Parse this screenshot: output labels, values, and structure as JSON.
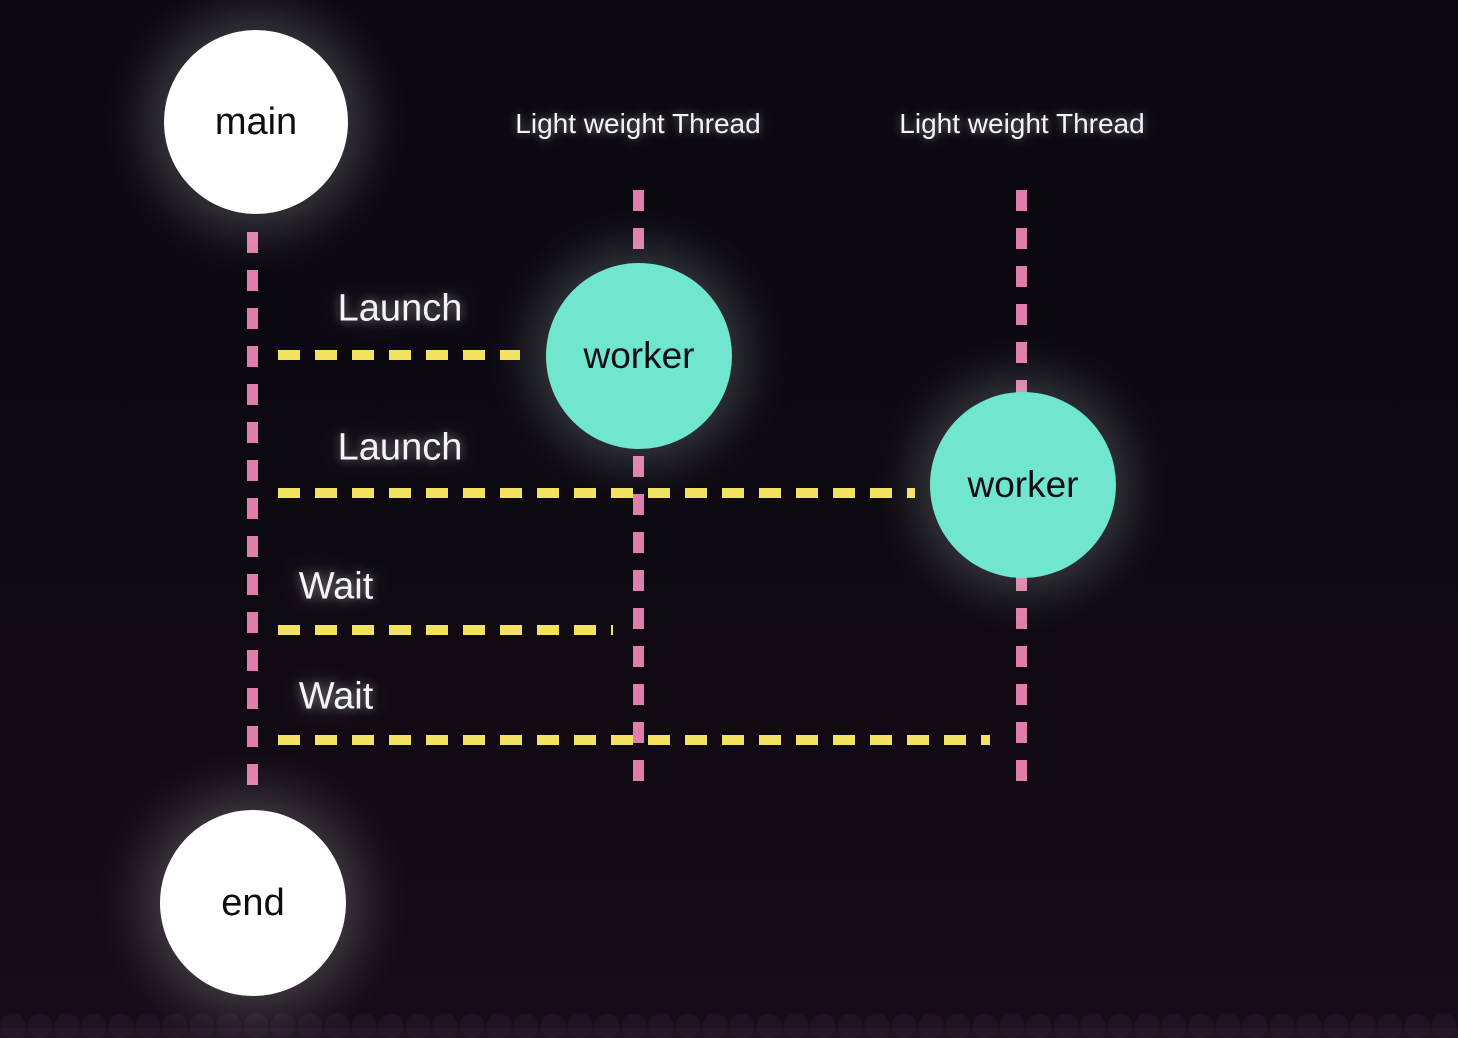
{
  "diagram": {
    "nodes": {
      "main": {
        "label": "main"
      },
      "end": {
        "label": "end"
      }
    },
    "threads": [
      {
        "header": "Light weight Thread",
        "worker": "worker"
      },
      {
        "header": "Light weight Thread",
        "worker": "worker"
      }
    ],
    "messages": [
      {
        "label": "Launch",
        "from": "main",
        "to_thread": 1
      },
      {
        "label": "Launch",
        "from": "main",
        "to_thread": 2
      },
      {
        "label": "Wait",
        "from": "main",
        "to_thread": 1
      },
      {
        "label": "Wait",
        "from": "main",
        "to_thread": 2
      }
    ],
    "colors": {
      "background_top": "#0A0710",
      "background_bottom": "#150C16",
      "lifeline_pink": "#E17DAA",
      "message_yellow": "#F3E25F",
      "worker_teal": "#6FE6CD",
      "node_white": "#FFFFFF",
      "label_text": "#F5F5F7",
      "node_text": "#0E0E12"
    }
  }
}
